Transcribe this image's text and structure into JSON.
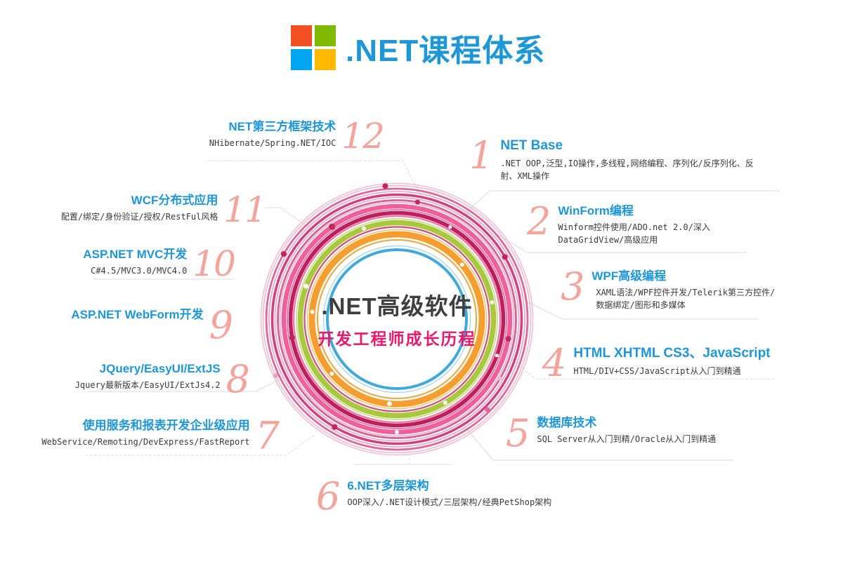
{
  "header": {
    "title": ".NET课程体系",
    "logo": "microsoft-four-squares"
  },
  "center": {
    "line1": ".NET高级软件",
    "line2": "开发工程师成长历程"
  },
  "items": [
    {
      "number": "1",
      "title": "NET Base",
      "desc": ".NET OOP,泛型,IO操作,多线程,网络编程、序列化/反序列化、反射、XML操作"
    },
    {
      "number": "2",
      "title": "WinForm编程",
      "desc": "Winform控件使用/ADO.net 2.0/深入DataGridView/高级应用"
    },
    {
      "number": "3",
      "title": "WPF高级编程",
      "desc": "XAML语法/WPF控件开发/Telerik第三方控件/数据绑定/图形和多媒体"
    },
    {
      "number": "4",
      "title": "HTML XHTML CS3、JavaScript",
      "desc": "HTML/DIV+CSS/JavaScript从入门到精通"
    },
    {
      "number": "5",
      "title": "数据库技术",
      "desc": "SQL Server从入门到精/Oracle从入门到精通"
    },
    {
      "number": "6",
      "title": "6.NET多层架构",
      "desc": "OOP深入/.NET设计模式/三层架构/经典PetShop架构"
    },
    {
      "number": "7",
      "title": "使用服务和报表开发企业级应用",
      "desc": "WebService/Remoting/DevExpress/FastReport"
    },
    {
      "number": "8",
      "title": "JQuery/EasyUI/ExtJS",
      "desc": "Jquery最新版本/EasyUI/ExtJs4.2"
    },
    {
      "number": "9",
      "title": "ASP.NET WebForm开发",
      "desc": ""
    },
    {
      "number": "10",
      "title": "ASP.NET MVC开发",
      "desc": "C#4.5/MVC3.0/MVC4.0"
    },
    {
      "number": "11",
      "title": "WCF分布式应用",
      "desc": "配置/绑定/身份验证/授权/RestFul风格"
    },
    {
      "number": "12",
      "title": "NET第三方框架技术",
      "desc": "NHibernate/Spring.NET/IOC"
    }
  ],
  "colors": {
    "accent_blue": "#1e97d8",
    "number_salmon": "#f4a49a",
    "center_dark": "#3f3f3f",
    "center_pink": "#e7186d",
    "desc_gray": "#3a3a3a",
    "line_gray": "#dcdcdc",
    "logo_red": "#f25022",
    "logo_green": "#7fba00",
    "logo_blue": "#00a4ef",
    "logo_yellow": "#ffb900",
    "ring_blue": "#3fa9dc",
    "ring_orange": "#f59e2f",
    "ring_green": "#a9c93c",
    "ring_crimson": "#bf1d5c",
    "ring_pink": "#ef5f9b"
  }
}
